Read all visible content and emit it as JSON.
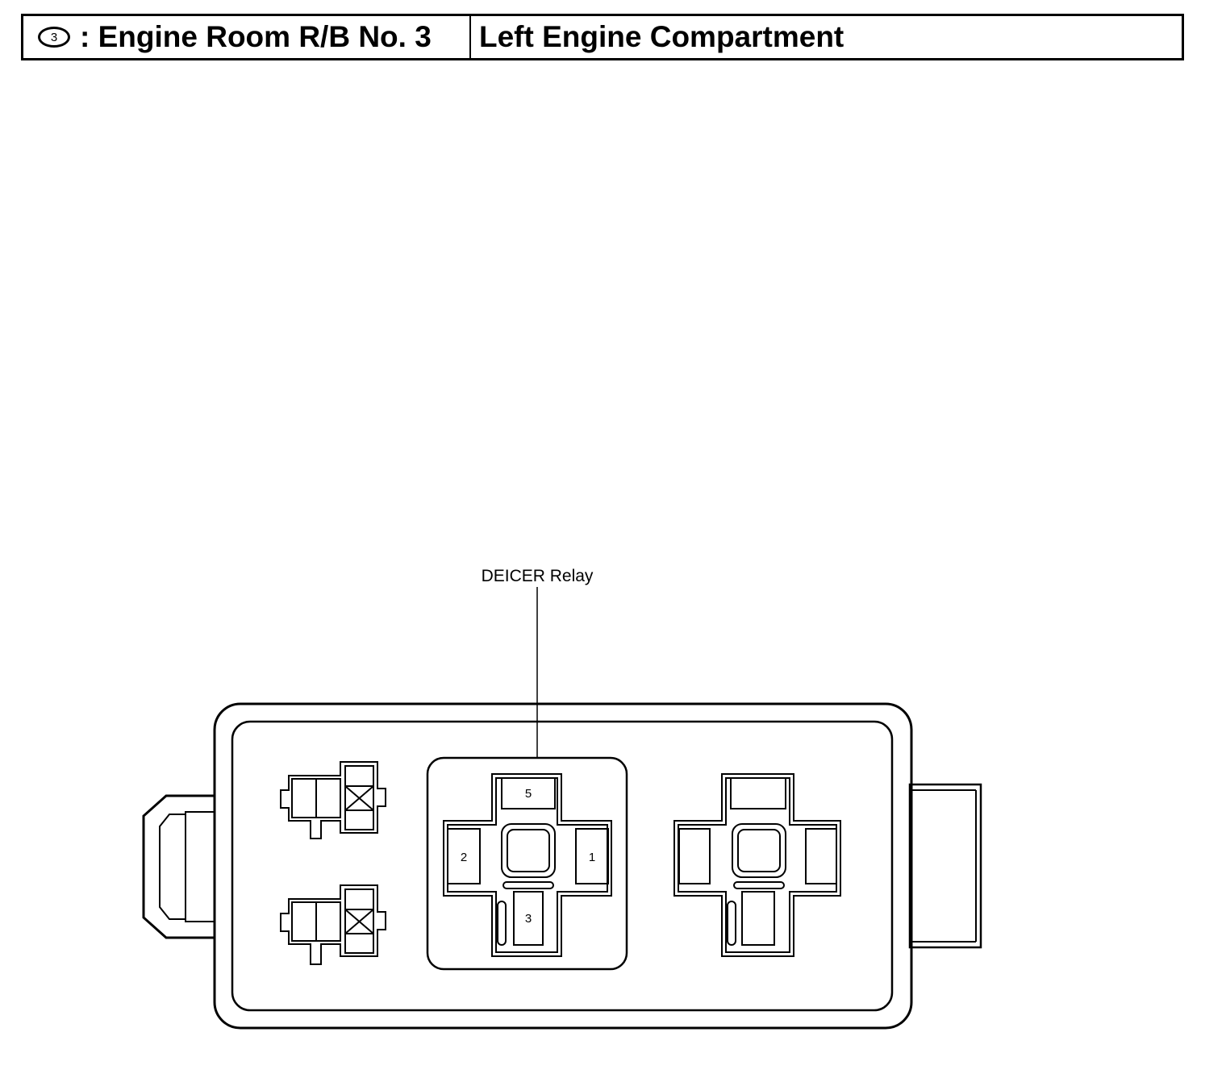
{
  "header": {
    "badge": "3",
    "title": ": Engine Room R/B No. 3",
    "location": "Left Engine Compartment"
  },
  "callout": {
    "label": "DEICER Relay"
  },
  "relay": {
    "terminals": [
      "5",
      "2",
      "1",
      "3"
    ]
  }
}
